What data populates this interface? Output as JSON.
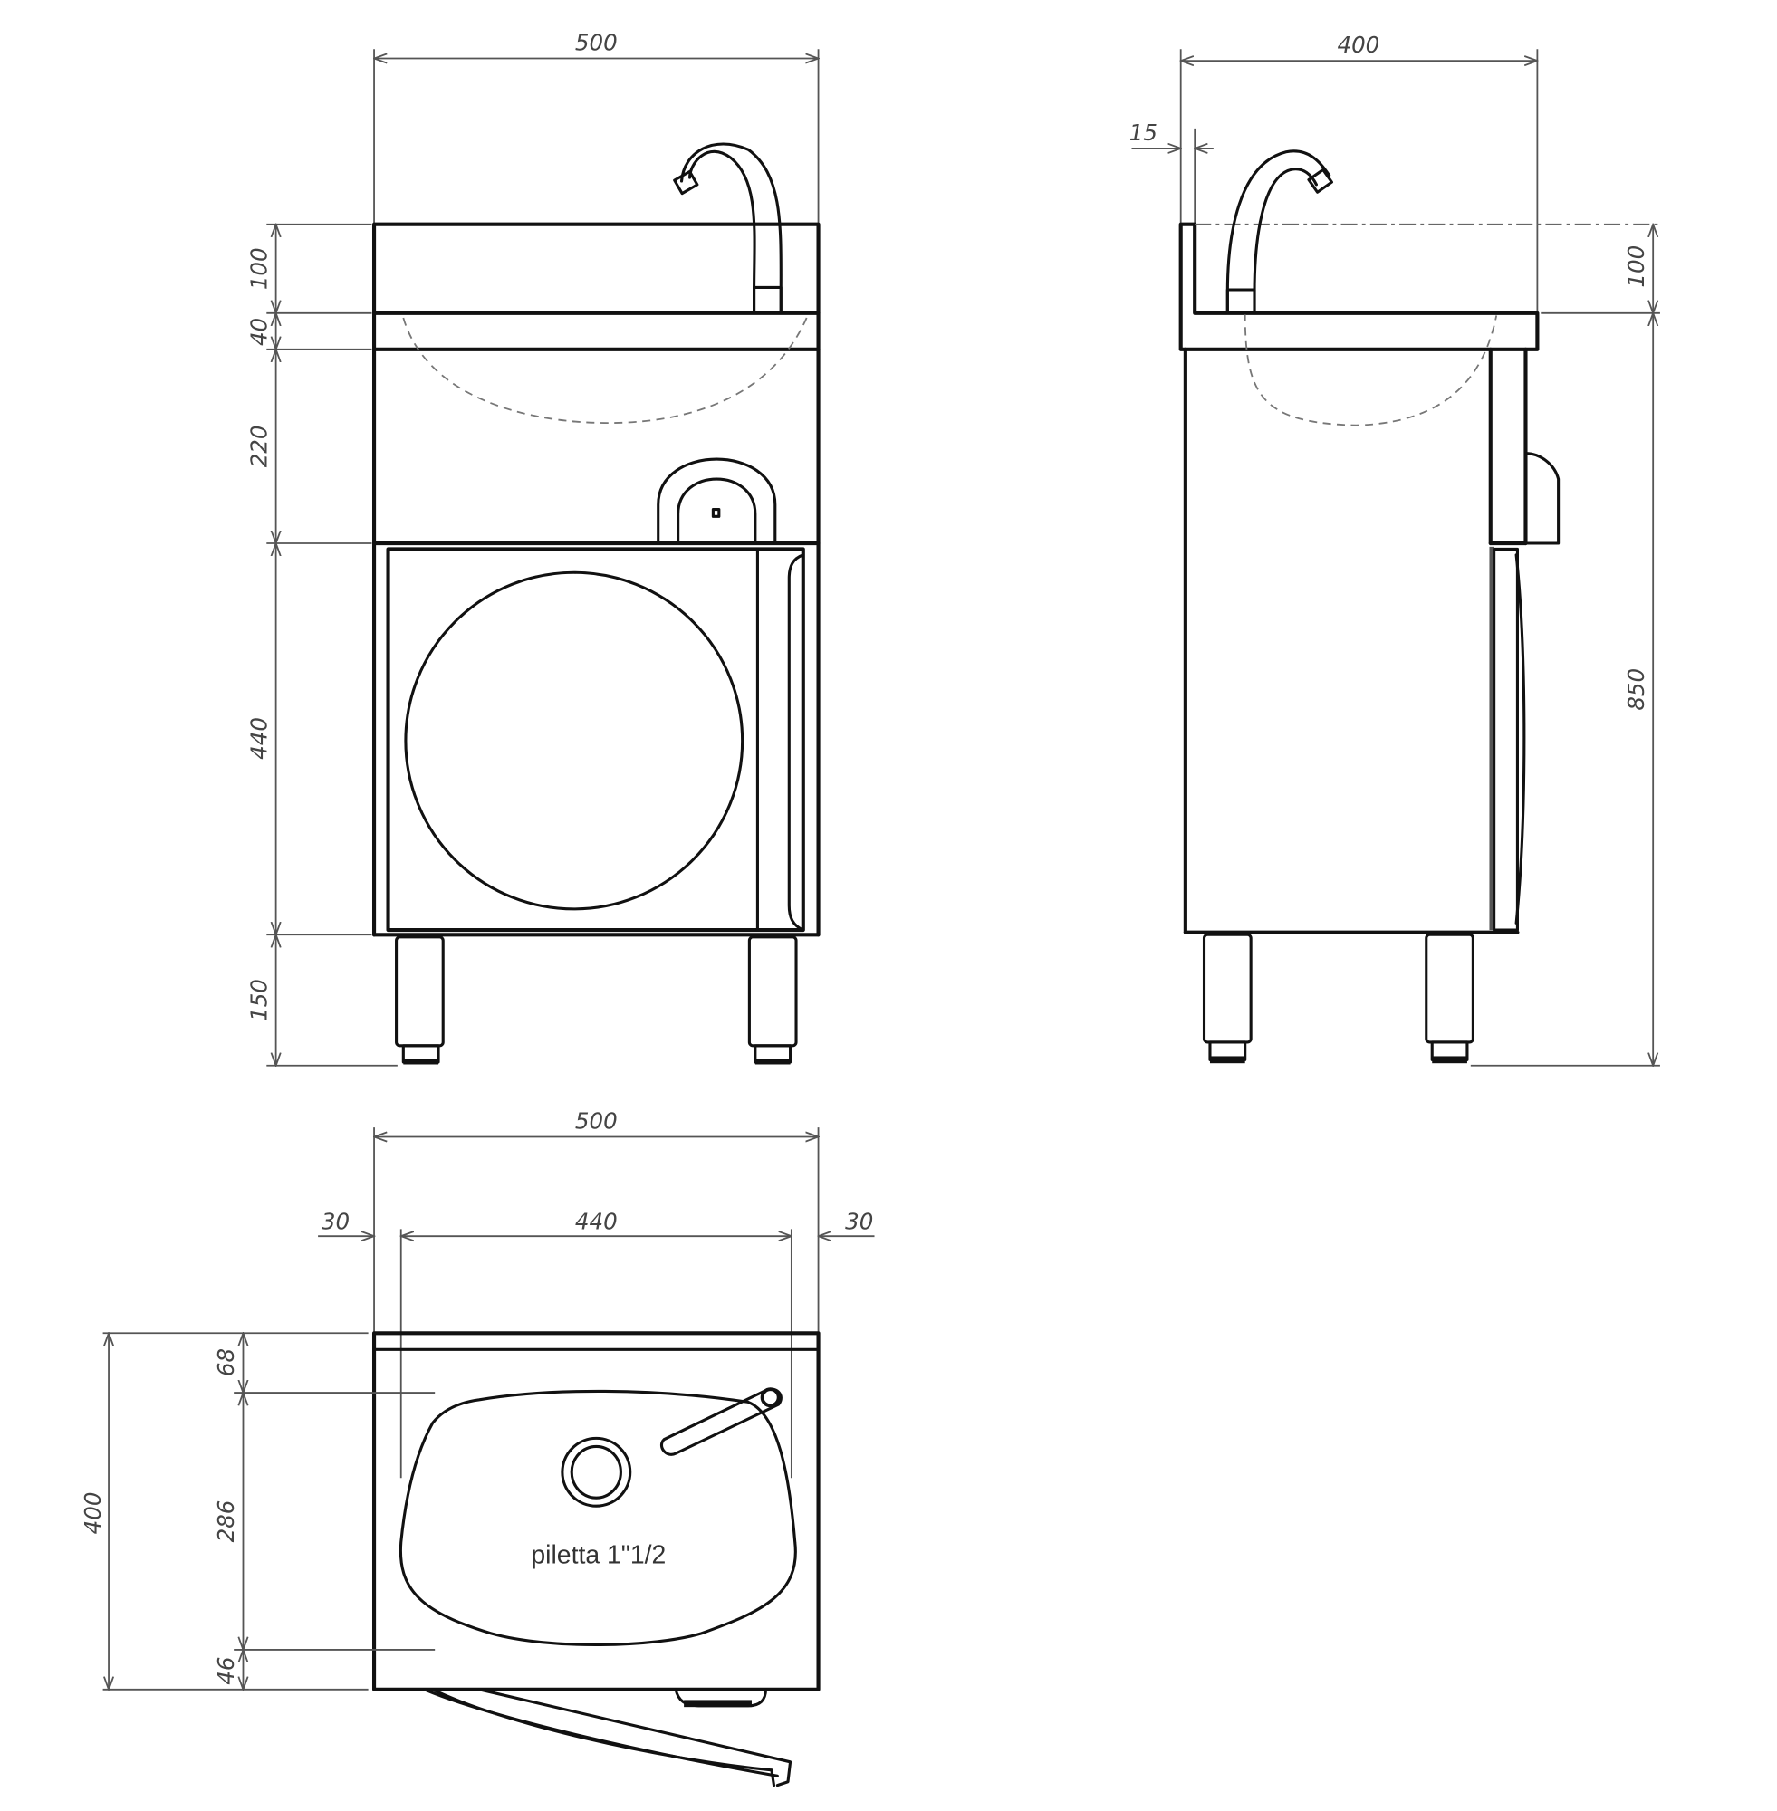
{
  "drawing": {
    "type": "technical drawing - hand wash sink cabinet (three orthographic views)",
    "units": "mm",
    "line_color": "#111111",
    "dimension_color": "#555555",
    "background": "#ffffff"
  },
  "front_view": {
    "width_label": "500",
    "height_segments": {
      "backsplash": "100",
      "top_thickness": "40",
      "upper_panel": "220",
      "door": "440",
      "legs": "150"
    },
    "features": [
      "gooseneck-faucet",
      "dashed-basin-outline",
      "knee-pedal-bracket",
      "door-with-circle-panel",
      "two-legs-with-feet"
    ]
  },
  "side_view": {
    "depth_label": "400",
    "backsplash_thickness_label": "15",
    "backsplash_height_label": "100",
    "overall_height_label": "850",
    "features": [
      "gooseneck-faucet",
      "dashed-basin-outline",
      "knee-pedal",
      "door-profile",
      "two-legs-with-feet"
    ]
  },
  "top_view": {
    "overall_width_label": "500",
    "left_margin_label": "30",
    "basin_width_label": "440",
    "right_margin_label": "30",
    "overall_depth_label": "400",
    "back_margin_label": "68",
    "basin_depth_label": "286",
    "front_margin_label": "46",
    "drain_label": "piletta 1\"1/2",
    "features": [
      "basin-outline",
      "drain",
      "faucet-spout",
      "knee-lever"
    ]
  }
}
